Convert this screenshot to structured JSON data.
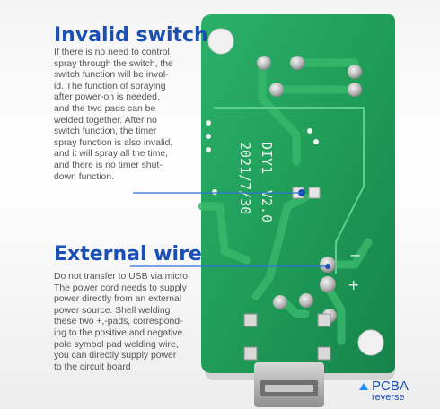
{
  "sections": [
    {
      "heading": "Invalid switch",
      "lines": [
        "If there is no need to control",
        "spray through the switch, the",
        "switch function will be inval-",
        "id. The function of spraying",
        "after power-on is needed,",
        "and the two pads can be",
        "welded together. After no",
        "switch function, the timer",
        "spray function is also invalid,",
        "and it will spray all the time,",
        "and there is no timer shut-",
        "down function."
      ]
    },
    {
      "heading": "External wire",
      "lines": [
        "Do not transfer to USB via micro",
        "The power cord needs to supply",
        "power directly from an external",
        "power source. Shell welding",
        "these two +,-pads, correspond-",
        "ing to the positive and negative",
        "pole symbol pad welding wire,",
        "you can directly supply power",
        "to the circuit board"
      ]
    }
  ],
  "pcb": {
    "silkscreen_model": "DIY1",
    "silkscreen_version": "V2.0",
    "silkscreen_date": "2021/7/30",
    "minus_sign": "−",
    "plus_sign": "+"
  },
  "badge": {
    "line1": "PCBA",
    "line2": "reverse"
  },
  "colors": {
    "board": "#1f9d58",
    "trace": "#37b56b",
    "heading": "#1a4fb4",
    "pointer_line": "#2f6fdc"
  }
}
